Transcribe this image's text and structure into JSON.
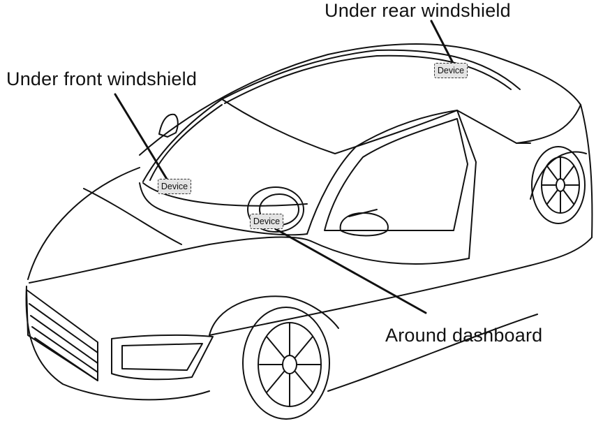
{
  "callouts": {
    "rear": "Under rear windshield",
    "front": "Under front windshield",
    "dashboard": "Around dashboard"
  },
  "devices": {
    "rear": "Device",
    "front": "Device",
    "dashboard": "Device"
  },
  "colors": {
    "line": "#111111",
    "device_fill": "#e4e4e4"
  }
}
